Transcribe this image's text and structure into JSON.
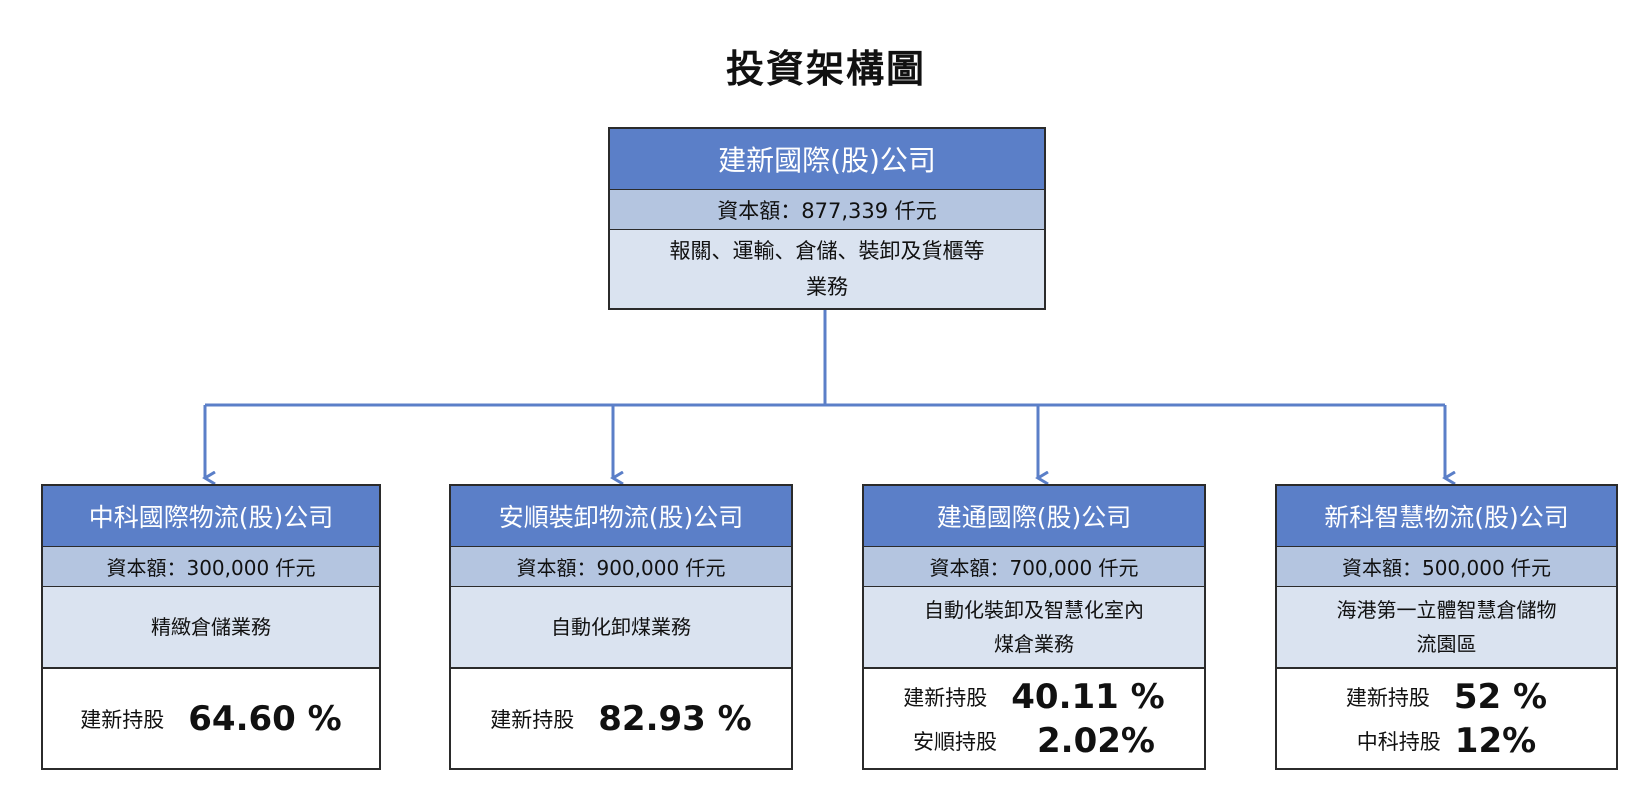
{
  "title": "投資架構圖",
  "colors": {
    "header_blue": "#5b7fc8",
    "capital_band": "#b4c5e0",
    "business_band": "#dae3f0",
    "connector": "#5b7fc8"
  },
  "parent": {
    "name": "建新國際(股)公司",
    "capital": "資本額：877,339 仟元",
    "business_line1": "報關、運輸、倉儲、裝卸及貨櫃等",
    "business_line2": "業務"
  },
  "subsidiaries": [
    {
      "name": "中科國際物流(股)公司",
      "capital": "資本額：300,000 仟元",
      "business_line1": "精緻倉儲業務",
      "business_line2": "",
      "holdings": [
        {
          "label": "建新持股",
          "percent": "64.60 %"
        }
      ]
    },
    {
      "name": "安順裝卸物流(股)公司",
      "capital": "資本額：900,000 仟元",
      "business_line1": "自動化卸煤業務",
      "business_line2": "",
      "holdings": [
        {
          "label": "建新持股",
          "percent": "82.93 %"
        }
      ]
    },
    {
      "name": "建通國際(股)公司",
      "capital": "資本額：700,000 仟元",
      "business_line1": "自動化裝卸及智慧化室內",
      "business_line2": "煤倉業務",
      "holdings": [
        {
          "label": "建新持股",
          "percent": "40.11 %"
        },
        {
          "label": "安順持股",
          "percent": "2.02%"
        }
      ]
    },
    {
      "name": "新科智慧物流(股)公司",
      "capital": "資本額：500,000 仟元",
      "business_line1": "海港第一立體智慧倉儲物",
      "business_line2": "流園區",
      "holdings": [
        {
          "label": "建新持股",
          "percent": "52 %"
        },
        {
          "label": "中科持股",
          "percent": "12%"
        }
      ]
    }
  ]
}
